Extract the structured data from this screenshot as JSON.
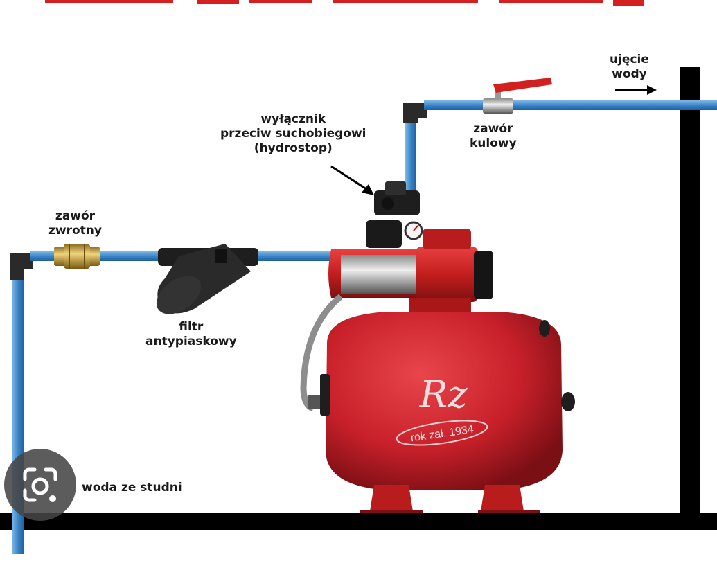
{
  "header": {
    "banner_color": "#d42020"
  },
  "labels": {
    "intake": [
      "ujęcie",
      "wody"
    ],
    "ball_valve": [
      "zawór",
      "kulowy"
    ],
    "hydrostop": [
      "wyłącznik",
      "przeciw suchobiegowi",
      "(hydrostop)"
    ],
    "check_valve": [
      "zawór",
      "zwrotny"
    ],
    "sand_filter": [
      "filtr",
      "antypiaskowy"
    ],
    "well_water": "woda ze studni"
  },
  "tank": {
    "logo": "Rz",
    "emblem_text": "rok zał. 1934",
    "color": "#c8202a"
  },
  "colors": {
    "pipe": "#3a86c8",
    "pump": "#d02424",
    "fittings": "#222222",
    "frame": "#000000"
  },
  "icons": {
    "lens": "google-lens-icon"
  }
}
